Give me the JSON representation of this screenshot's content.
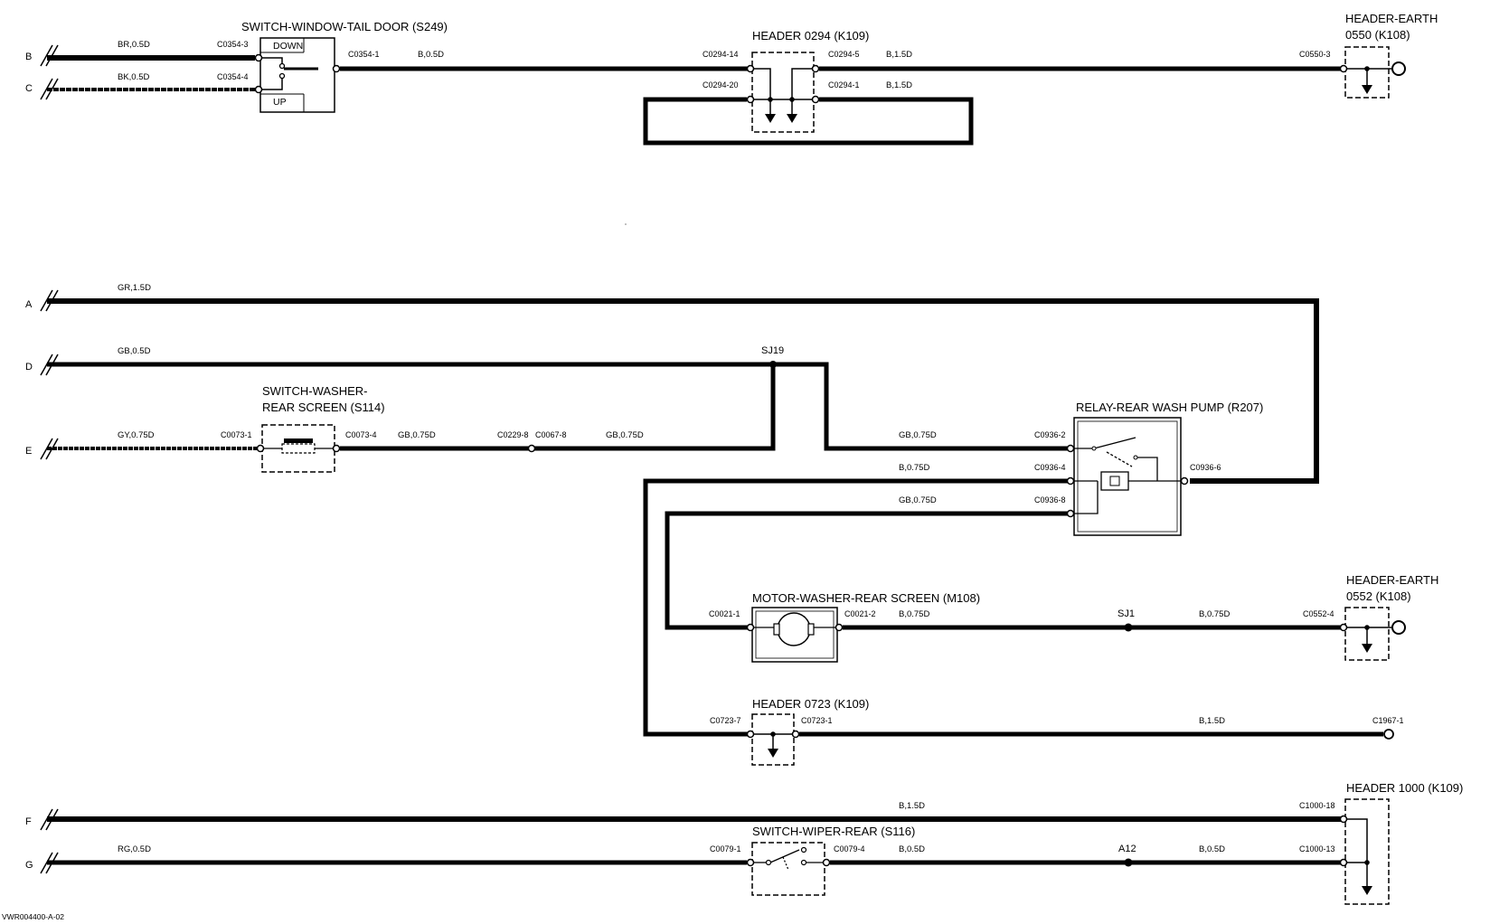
{
  "components": {
    "switch_window": "SWITCH-WINDOW-TAIL DOOR (S249)",
    "switch_window_down": "DOWN",
    "switch_window_up": "UP",
    "header_0294": "HEADER 0294 (K109)",
    "header_earth_0550_l1": "HEADER-EARTH",
    "header_earth_0550_l2": "0550 (K108)",
    "switch_washer_l1": "SWITCH-WASHER-",
    "switch_washer_l2": "REAR SCREEN (S114)",
    "relay": "RELAY-REAR WASH PUMP (R207)",
    "motor": "MOTOR-WASHER-REAR SCREEN (M108)",
    "header_earth_0552_l1": "HEADER-EARTH",
    "header_earth_0552_l2": "0552 (K108)",
    "header_0723": "HEADER 0723 (K109)",
    "header_1000": "HEADER 1000 (K109)",
    "switch_wiper": "SWITCH-WIPER-REAR (S116)"
  },
  "inputs": [
    "A",
    "B",
    "C",
    "D",
    "E",
    "F",
    "G"
  ],
  "wires": {
    "b_in": "BR,0.5D",
    "c_in": "BK,0.5D",
    "switch_out": "B,0.5D",
    "h0294_5": "B,1.5D",
    "h0294_1": "B,1.5D",
    "a_in": "GR,1.5D",
    "d_in": "GB,0.5D",
    "e_in": "GY,0.75D",
    "s114_out": "GB,0.75D",
    "s114_out2": "GB,0.75D",
    "relay_2": "GB,0.75D",
    "relay_4": "B,0.75D",
    "relay_8": "GB,0.75D",
    "motor_out": "B,0.75D",
    "sj1_out": "B,0.75D",
    "h0723_out": "B,1.5D",
    "f_in": "B,1.5D",
    "g_in": "RG,0.5D",
    "s116_out": "B,0.5D",
    "a12_out": "B,0.5D"
  },
  "connectors": {
    "c0354_3": "C0354-3",
    "c0354_4": "C0354-4",
    "c0354_1": "C0354-1",
    "c0294_14": "C0294-14",
    "c0294_20": "C0294-20",
    "c0294_5": "C0294-5",
    "c0294_1": "C0294-1",
    "c0550_3": "C0550-3",
    "c0073_1": "C0073-1",
    "c0073_4": "C0073-4",
    "c0229_8": "C0229-8",
    "c0067_8": "C0067-8",
    "c0936_2": "C0936-2",
    "c0936_4": "C0936-4",
    "c0936_8": "C0936-8",
    "c0936_6": "C0936-6",
    "c0021_1": "C0021-1",
    "c0021_2": "C0021-2",
    "c0552_4": "C0552-4",
    "c0723_7": "C0723-7",
    "c0723_1": "C0723-1",
    "c1967_1": "C1967-1",
    "c1000_18": "C1000-18",
    "c1000_13": "C1000-13",
    "c0079_1": "C0079-1",
    "c0079_4": "C0079-4"
  },
  "splices": {
    "sj19": "SJ19",
    "sj1": "SJ1",
    "a12": "A12"
  },
  "reference": "VWR004400-A-02"
}
